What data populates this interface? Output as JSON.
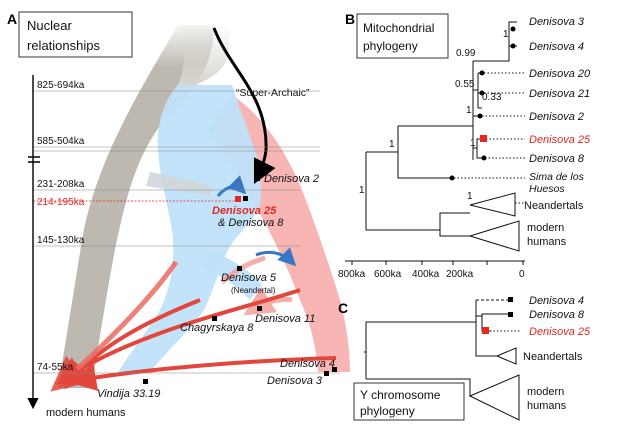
{
  "panels": {
    "a": {
      "letter": "A",
      "title_lines": [
        "Nuclear",
        "relationships"
      ],
      "time_labels": [
        "825-694ka",
        "585-504ka",
        "231-208ka",
        "214-195ka",
        "145-130ka",
        "74-55ka"
      ],
      "axis_bottom": "modern humans",
      "super_archaic": "“Super-Archaic”",
      "samples": {
        "denisova2": "Denisova 2",
        "denisova25": "Denisova 25",
        "and_denisova8": "& Denisova 8",
        "denisova5": "Denisova 5",
        "neandertal_note": "(Neandertal)",
        "denisova11": "Denisova 11",
        "chagyrskaya8": "Chagyrskaya 8",
        "denisova4": "Denisova 4",
        "denisova3": "Denisova 3",
        "vindija": "Vindija 33.19"
      }
    },
    "b": {
      "letter": "B",
      "title_lines": [
        "Mitochondrial",
        "phylogeny"
      ],
      "tips": [
        "Denisova 3",
        "Denisova 4",
        "Denisova 20",
        "Denisova 21",
        "Denisova 2",
        "Denisova 25",
        "Denisova 8"
      ],
      "sima_lines": [
        "Sima de los",
        "Huesos"
      ],
      "neandertals": "Neandertals",
      "modern_lines": [
        "modern",
        "humans"
      ],
      "supports": [
        "1",
        "0.99",
        "0.55",
        "0.33",
        "1",
        "1",
        "1",
        "1",
        "1"
      ],
      "axis_ticks": [
        "800ka",
        "600ka",
        "400ka",
        "200ka",
        "0"
      ]
    },
    "c": {
      "letter": "C",
      "title_lines": [
        "Y chromosome",
        "phylogeny"
      ],
      "tips": [
        "Denisova 4",
        "Denisova 8",
        "Denisova 25"
      ],
      "neandertals": "Neandertals",
      "modern_lines": [
        "modern",
        "humans"
      ]
    }
  },
  "colors": {
    "neandertal_blue": "#bfe1f9",
    "denisovan_red": "#f6a9a6",
    "human_gray": "#bdb9b0",
    "gene_flow_red": "#e2463d",
    "gene_flow_blue": "#3a76c4",
    "highlight_red": "#e32620"
  }
}
